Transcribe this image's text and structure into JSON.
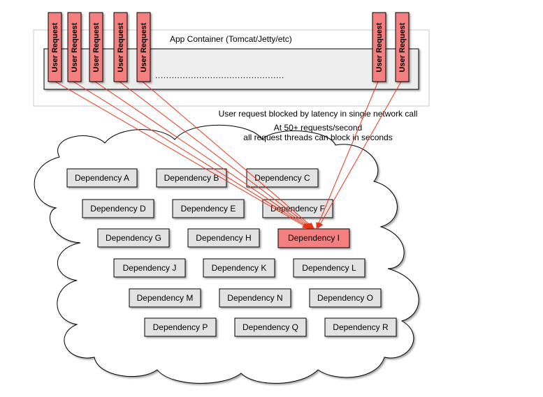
{
  "container_label": "App Container (Tomcat/Jetty/etc)",
  "request_label": "User Request",
  "request_count_visible": 7,
  "ellipsis": "...............................................",
  "annotation": {
    "line1": "User request blocked by latency in single network call",
    "line2": "At 50+ requests/second",
    "line3": "all request threads can block in seconds"
  },
  "dependencies": [
    "Dependency A",
    "Dependency B",
    "Dependency C",
    "Dependency D",
    "Dependency E",
    "Dependency F",
    "Dependency G",
    "Dependency H",
    "Dependency I",
    "Dependency J",
    "Dependency K",
    "Dependency L",
    "Dependency M",
    "Dependency N",
    "Dependency O",
    "Dependency P",
    "Dependency Q",
    "Dependency R"
  ],
  "blocked_dependency": "Dependency I",
  "colors": {
    "request_fill": "#f47f7f",
    "blocked_fill": "#f47f7f",
    "dependency_fill": "#e3e3e3",
    "container_fill": "#eeeeee",
    "arrow": "#e8351a"
  }
}
